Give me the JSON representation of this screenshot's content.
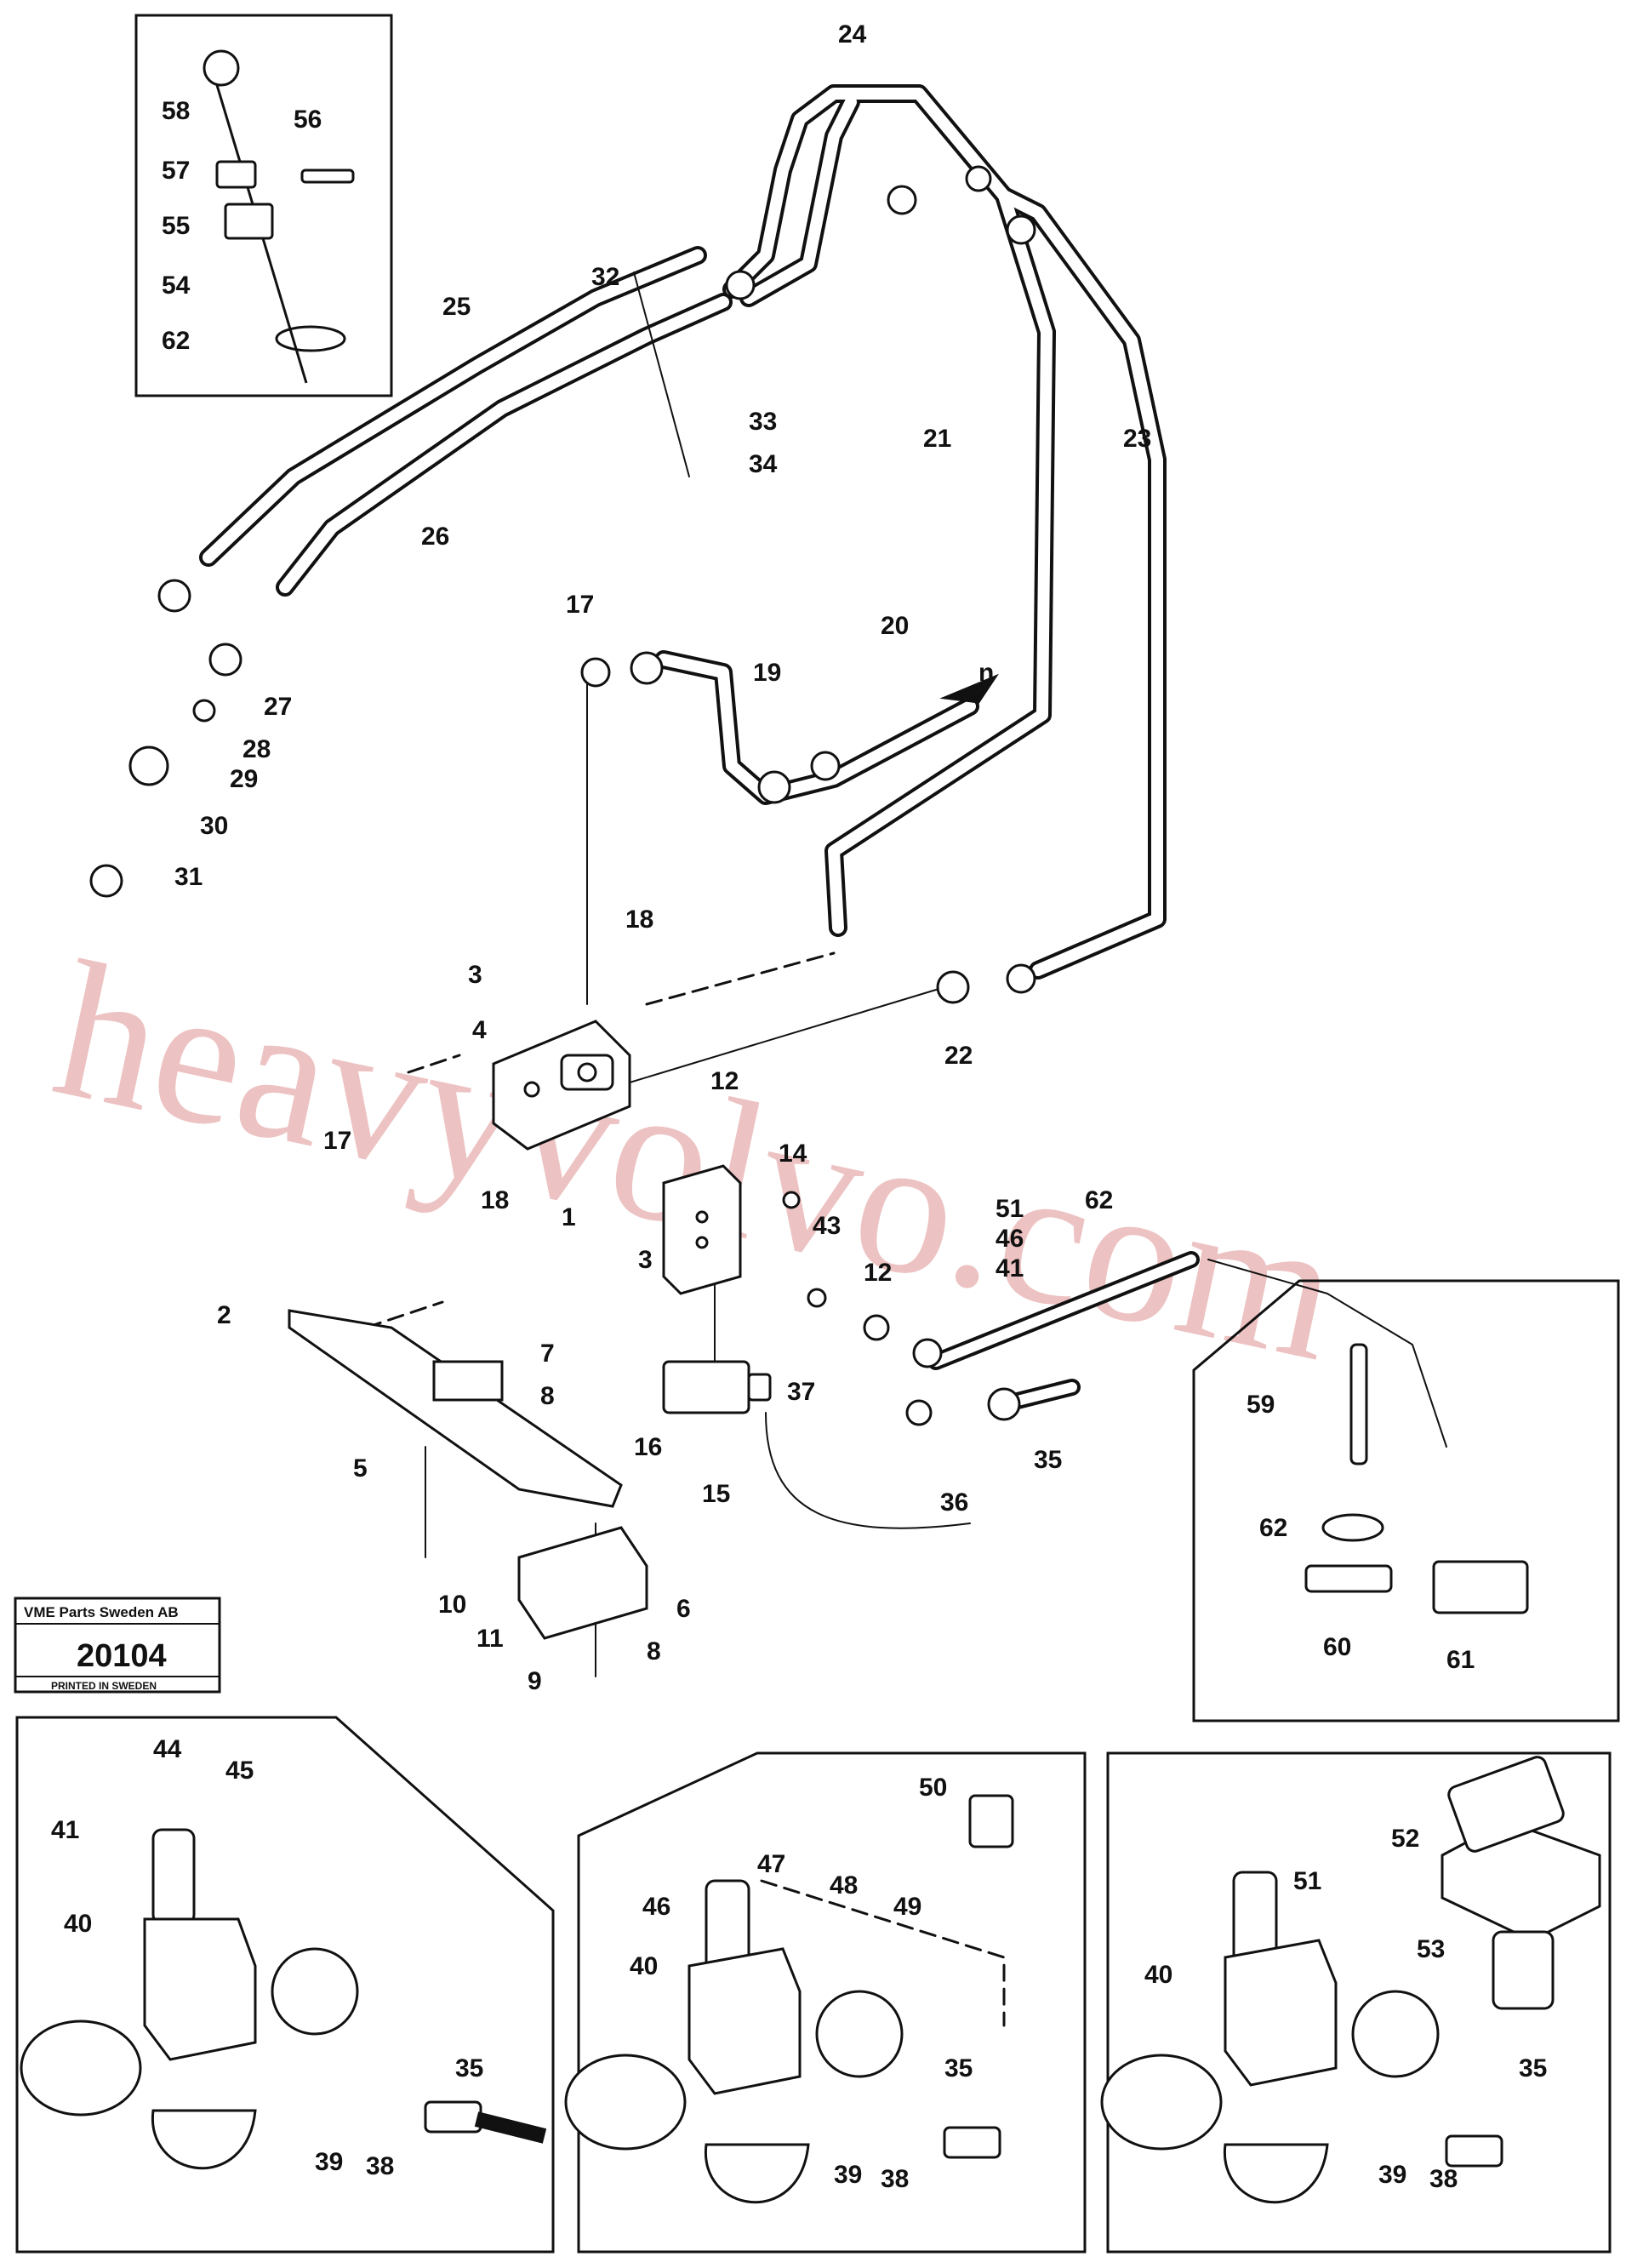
{
  "stamp": {
    "company": "VME Parts Sweden AB",
    "number": "20104",
    "footer": "PRINTED IN SWEDEN"
  },
  "watermark": "heavyvolvo.com",
  "letter_marker": "n",
  "labels": [
    {
      "id": "58",
      "text": "58"
    },
    {
      "id": "56",
      "text": "56"
    },
    {
      "id": "57",
      "text": "57"
    },
    {
      "id": "55",
      "text": "55"
    },
    {
      "id": "54",
      "text": "54"
    },
    {
      "id": "62a",
      "text": "62"
    },
    {
      "id": "24",
      "text": "24"
    },
    {
      "id": "25",
      "text": "25"
    },
    {
      "id": "32",
      "text": "32"
    },
    {
      "id": "33",
      "text": "33"
    },
    {
      "id": "34",
      "text": "34"
    },
    {
      "id": "21",
      "text": "21"
    },
    {
      "id": "23",
      "text": "23"
    },
    {
      "id": "26",
      "text": "26"
    },
    {
      "id": "27",
      "text": "27"
    },
    {
      "id": "28",
      "text": "28"
    },
    {
      "id": "29",
      "text": "29"
    },
    {
      "id": "30",
      "text": "30"
    },
    {
      "id": "31",
      "text": "31"
    },
    {
      "id": "17a",
      "text": "17"
    },
    {
      "id": "19",
      "text": "19"
    },
    {
      "id": "20",
      "text": "20"
    },
    {
      "id": "18a",
      "text": "18"
    },
    {
      "id": "3a",
      "text": "3"
    },
    {
      "id": "4",
      "text": "4"
    },
    {
      "id": "22",
      "text": "22"
    },
    {
      "id": "17b",
      "text": "17"
    },
    {
      "id": "18b",
      "text": "18"
    },
    {
      "id": "1",
      "text": "1"
    },
    {
      "id": "12a",
      "text": "12"
    },
    {
      "id": "14",
      "text": "14"
    },
    {
      "id": "3b",
      "text": "3"
    },
    {
      "id": "43",
      "text": "43"
    },
    {
      "id": "12b",
      "text": "12"
    },
    {
      "id": "51a",
      "text": "51"
    },
    {
      "id": "46a",
      "text": "46"
    },
    {
      "id": "41a",
      "text": "41"
    },
    {
      "id": "62b",
      "text": "62"
    },
    {
      "id": "2",
      "text": "2"
    },
    {
      "id": "7",
      "text": "7"
    },
    {
      "id": "8a",
      "text": "8"
    },
    {
      "id": "5",
      "text": "5"
    },
    {
      "id": "16",
      "text": "16"
    },
    {
      "id": "15",
      "text": "15"
    },
    {
      "id": "37",
      "text": "37"
    },
    {
      "id": "36",
      "text": "36"
    },
    {
      "id": "35a",
      "text": "35"
    },
    {
      "id": "59",
      "text": "59"
    },
    {
      "id": "62c",
      "text": "62"
    },
    {
      "id": "60",
      "text": "60"
    },
    {
      "id": "61",
      "text": "61"
    },
    {
      "id": "10",
      "text": "10"
    },
    {
      "id": "11",
      "text": "11"
    },
    {
      "id": "6",
      "text": "6"
    },
    {
      "id": "8b",
      "text": "8"
    },
    {
      "id": "9",
      "text": "9"
    },
    {
      "id": "44",
      "text": "44"
    },
    {
      "id": "45",
      "text": "45"
    },
    {
      "id": "41b",
      "text": "41"
    },
    {
      "id": "40a",
      "text": "40"
    },
    {
      "id": "35b",
      "text": "35"
    },
    {
      "id": "39a",
      "text": "39"
    },
    {
      "id": "38a",
      "text": "38"
    },
    {
      "id": "50",
      "text": "50"
    },
    {
      "id": "47",
      "text": "47"
    },
    {
      "id": "46b",
      "text": "46"
    },
    {
      "id": "48",
      "text": "48"
    },
    {
      "id": "49",
      "text": "49"
    },
    {
      "id": "40b",
      "text": "40"
    },
    {
      "id": "35c",
      "text": "35"
    },
    {
      "id": "39b",
      "text": "39"
    },
    {
      "id": "38b",
      "text": "38"
    },
    {
      "id": "52",
      "text": "52"
    },
    {
      "id": "51b",
      "text": "51"
    },
    {
      "id": "40c",
      "text": "40"
    },
    {
      "id": "53",
      "text": "53"
    },
    {
      "id": "35d",
      "text": "35"
    },
    {
      "id": "39c",
      "text": "39"
    },
    {
      "id": "38c",
      "text": "38"
    }
  ]
}
